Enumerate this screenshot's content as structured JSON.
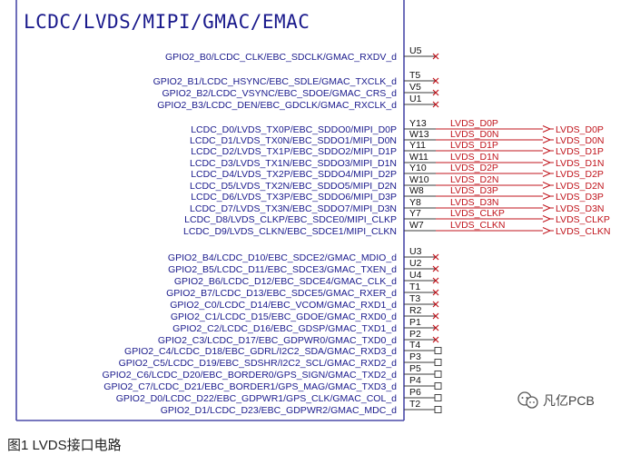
{
  "schematic": {
    "title": "LCDC/LVDS/MIPI/GMAC/EMAC",
    "pins": [
      {
        "name": "GPIO2_B0/LCDC_CLK/EBC_SDCLK/GMAC_RXDV_d",
        "number": "U5",
        "term": "x"
      },
      {
        "name": "GPIO2_B1/LCDC_HSYNC/EBC_SDLE/GMAC_TXCLK_d",
        "number": "T5",
        "term": "x"
      },
      {
        "name": "GPIO2_B2/LCDC_VSYNC/EBC_SDOE/GMAC_CRS_d",
        "number": "V5",
        "term": "x"
      },
      {
        "name": "GPIO2_B3/LCDC_DEN/EBC_GDCLK/GMAC_RXCLK_d",
        "number": "U1",
        "term": "x"
      },
      {
        "name": "LCDC_D0/LVDS_TX0P/EBC_SDDO0/MIPI_D0P",
        "number": "Y13",
        "term": "net",
        "net": "LVDS_D0P",
        "port": "LVDS_D0P"
      },
      {
        "name": "LCDC_D1/LVDS_TX0N/EBC_SDDO1/MIPI_D0N",
        "number": "W13",
        "term": "net",
        "net": "LVDS_D0N",
        "port": "LVDS_D0N"
      },
      {
        "name": "LCDC_D2/LVDS_TX1P/EBC_SDDO2/MIPI_D1P",
        "number": "Y11",
        "term": "net",
        "net": "LVDS_D1P",
        "port": "LVDS_D1P"
      },
      {
        "name": "LCDC_D3/LVDS_TX1N/EBC_SDDO3/MIPI_D1N",
        "number": "W11",
        "term": "net",
        "net": "LVDS_D1N",
        "port": "LVDS_D1N"
      },
      {
        "name": "LCDC_D4/LVDS_TX2P/EBC_SDDO4/MIPI_D2P",
        "number": "Y10",
        "term": "net",
        "net": "LVDS_D2P",
        "port": "LVDS_D2P"
      },
      {
        "name": "LCDC_D5/LVDS_TX2N/EBC_SDDO5/MIPI_D2N",
        "number": "W10",
        "term": "net",
        "net": "LVDS_D2N",
        "port": "LVDS_D2N"
      },
      {
        "name": "LCDC_D6/LVDS_TX3P/EBC_SDDO6/MIPI_D3P",
        "number": "W8",
        "term": "net",
        "net": "LVDS_D3P",
        "port": "LVDS_D3P"
      },
      {
        "name": "LCDC_D7/LVDS_TX3N/EBC_SDDO7/MIPI_D3N",
        "number": "Y8",
        "term": "net",
        "net": "LVDS_D3N",
        "port": "LVDS_D3N"
      },
      {
        "name": "LCDC_D8/LVDS_CLKP/EBC_SDCE0/MIPI_CLKP",
        "number": "Y7",
        "term": "net",
        "net": "LVDS_CLKP",
        "port": "LVDS_CLKP"
      },
      {
        "name": "LCDC_D9/LVDS_CLKN/EBC_SDCE1/MIPI_CLKN",
        "number": "W7",
        "term": "net",
        "net": "LVDS_CLKN",
        "port": "LVDS_CLKN"
      },
      {
        "name": "GPIO2_B4/LCDC_D10/EBC_SDCE2/GMAC_MDIO_d",
        "number": "U3",
        "term": "x"
      },
      {
        "name": "GPIO2_B5/LCDC_D11/EBC_SDCE3/GMAC_TXEN_d",
        "number": "U2",
        "term": "x"
      },
      {
        "name": "GPIO2_B6/LCDC_D12/EBC_SDCE4/GMAC_CLK_d",
        "number": "U4",
        "term": "x"
      },
      {
        "name": "GPIO2_B7/LCDC_D13/EBC_SDCE5/GMAC_RXER_d",
        "number": "T1",
        "term": "x"
      },
      {
        "name": "GPIO2_C0/LCDC_D14/EBC_VCOM/GMAC_RXD1_d",
        "number": "T3",
        "term": "x"
      },
      {
        "name": "GPIO2_C1/LCDC_D15/EBC_GDOE/GMAC_RXD0_d",
        "number": "R2",
        "term": "x"
      },
      {
        "name": "GPIO2_C2/LCDC_D16/EBC_GDSP/GMAC_TXD1_d",
        "number": "P1",
        "term": "x"
      },
      {
        "name": "GPIO2_C3/LCDC_D17/EBC_GDPWR0/GMAC_TXD0_d",
        "number": "P2",
        "term": "x"
      },
      {
        "name": "GPIO2_C4/LCDC_D18/EBC_GDRL/I2C2_SDA/GMAC_RXD3_d",
        "number": "T4",
        "term": "box"
      },
      {
        "name": "GPIO2_C5/LCDC_D19/EBC_SDSHR/I2C2_SCL/GMAC_RXD2_d",
        "number": "P3",
        "term": "box"
      },
      {
        "name": "GPIO2_C6/LCDC_D20/EBC_BORDER0/GPS_SIGN/GMAC_TXD2_d",
        "number": "P5",
        "term": "box"
      },
      {
        "name": "GPIO2_C7/LCDC_D21/EBC_BORDER1/GPS_MAG/GMAC_TXD3_d",
        "number": "P4",
        "term": "box"
      },
      {
        "name": "GPIO2_D0/LCDC_D22/EBC_GDPWR1/GPS_CLK/GMAC_COL_d",
        "number": "P6",
        "term": "box"
      },
      {
        "name": "GPIO2_D1/LCDC_D23/EBC_GDPWR2/GMAC_MDC_d",
        "number": "T2",
        "term": "box"
      }
    ]
  },
  "watermark": {
    "text": "凡亿PCB",
    "icon": "wechat-icon"
  },
  "caption": "图1  LVDS接口电路",
  "colors": {
    "outline": "#4a4aa8",
    "pin_text": "#1a1a8c",
    "net": "#c0141c",
    "terminal": "#c0141c",
    "pin_line": "#3a3a3a"
  }
}
